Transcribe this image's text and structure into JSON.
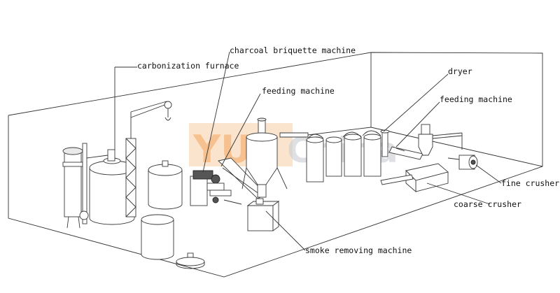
{
  "watermark": {
    "part1": "YUF",
    "part2": "China",
    "color1": "#f2a55a",
    "color2": "#c9cdd2"
  },
  "labels": {
    "carbonization_furnace": "carbonization furnace",
    "charcoal_briquette_machine": "charcoal briquette machine",
    "feeding_machine_1": "feeding machine",
    "dryer": "dryer",
    "feeding_machine_2": "feeding machine",
    "fine_crusher": "fine crusher",
    "coarse_crusher": "coarse crusher",
    "smoke_removing_machine": "smoke removing machine"
  }
}
